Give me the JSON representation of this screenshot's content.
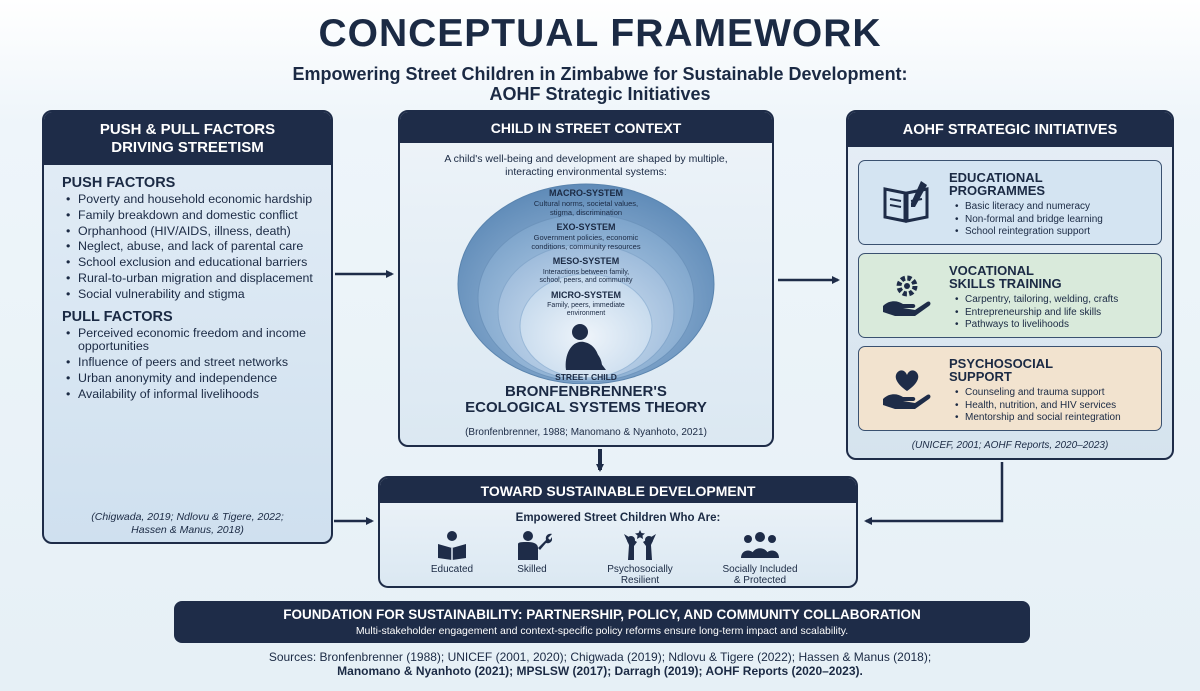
{
  "title": "CONCEPTUAL FRAMEWORK",
  "subtitle_line1": "Empowering Street Children in Zimbabwe for Sustainable Development:",
  "subtitle_line2": "AOHF Strategic Initiatives",
  "left": {
    "header_line1": "PUSH & PULL FACTORS",
    "header_line2": "DRIVING STREETISM",
    "push_title": "PUSH FACTORS",
    "push_items": [
      "Poverty and household economic hardship",
      "Family breakdown and domestic conflict",
      "Orphanhood (HIV/AIDS, illness, death)",
      "Neglect, abuse, and lack of parental care",
      "School exclusion and educational barriers",
      "Rural-to-urban migration and displacement",
      "Social vulnerability and stigma"
    ],
    "pull_title": "PULL FACTORS",
    "pull_items": [
      "Perceived economic freedom and income opportunities",
      "Influence of peers and street networks",
      "Urban anonymity and independence",
      "Availability of informal livelihoods"
    ],
    "citation_line1": "(Chigwada, 2019; Ndlovu & Tigere, 2022;",
    "citation_line2": "Hassen & Manus, 2018)"
  },
  "center": {
    "header": "CHILD IN STREET CONTEXT",
    "intro_line1": "A child's well-being and development are shaped by multiple,",
    "intro_line2": "interacting environmental systems:",
    "systems": [
      {
        "name": "MACRO-SYSTEM",
        "desc1": "Cultural norms, societal values,",
        "desc2": "stigma, discrimination"
      },
      {
        "name": "EXO-SYSTEM",
        "desc1": "Government policies, economic",
        "desc2": "conditions, community resources"
      },
      {
        "name": "MESO-SYSTEM",
        "desc1": "Interactions between family,",
        "desc2": "school, peers, and community"
      },
      {
        "name": "MICRO-SYSTEM",
        "desc1": "Family, peers, immediate",
        "desc2": "environment"
      }
    ],
    "child_label": "STREET CHILD",
    "theory_line1": "BRONFENBRENNER'S",
    "theory_line2": "ECOLOGICAL SYSTEMS THEORY",
    "citation": "(Bronfenbrenner, 1988; Manomano & Nyanhoto, 2021)"
  },
  "right": {
    "header": "AOHF STRATEGIC INITIATIVES",
    "cards": [
      {
        "title1": "EDUCATIONAL",
        "title2": "PROGRAMMES",
        "items": [
          "Basic literacy and numeracy",
          "Non-formal and bridge learning",
          "School reintegration support"
        ],
        "icon": "open-book-icon",
        "bg": "#d4e4f2"
      },
      {
        "title1": "VOCATIONAL",
        "title2": "SKILLS TRAINING",
        "items": [
          "Carpentry, tailoring, welding, crafts",
          "Entrepreneurship and life skills",
          "Pathways to livelihoods"
        ],
        "icon": "gear-hand-icon",
        "bg": "#d9eadb"
      },
      {
        "title1": "PSYCHOSOCIAL",
        "title2": "SUPPORT",
        "items": [
          "Counseling and trauma support",
          "Health, nutrition, and HIV services",
          "Mentorship and social reintegration"
        ],
        "icon": "heart-hand-icon",
        "bg": "#f2e3cf"
      }
    ],
    "citation": "(UNICEF, 2001; AOHF Reports, 2020–2023)"
  },
  "bottom": {
    "header": "TOWARD SUSTAINABLE DEVELOPMENT",
    "empowered": "Empowered Street Children Who Are:",
    "outcomes": [
      {
        "line1": "Educated",
        "line2": "",
        "icon": "reading-child-icon"
      },
      {
        "line1": "Skilled",
        "line2": "",
        "icon": "worker-wrench-icon"
      },
      {
        "line1": "Psychosocially",
        "line2": "Resilient",
        "icon": "celebrating-people-icon"
      },
      {
        "line1": "Socially Included",
        "line2": "& Protected",
        "icon": "group-people-icon"
      }
    ]
  },
  "foundation": {
    "title": "FOUNDATION FOR SUSTAINABILITY: PARTNERSHIP, POLICY, AND COMMUNITY COLLABORATION",
    "subtitle": "Multi-stakeholder engagement and context-specific policy reforms ensure long-term impact and scalability."
  },
  "sources_line1": "Sources: Bronfenbrenner (1988); UNICEF (2001, 2020); Chigwada (2019); Ndlovu & Tigere (2022); Hassen & Manus (2018);",
  "sources_line2": "Manomano & Nyanhoto (2021); MPSLSW (2017); Darragh (2019); AOHF Reports (2020–2023).",
  "colors": {
    "navy": "#1e2c48",
    "panel": "#dfeaf4",
    "ring_outer": "#6f98c2",
    "ring_inner": "#dceaf6"
  }
}
